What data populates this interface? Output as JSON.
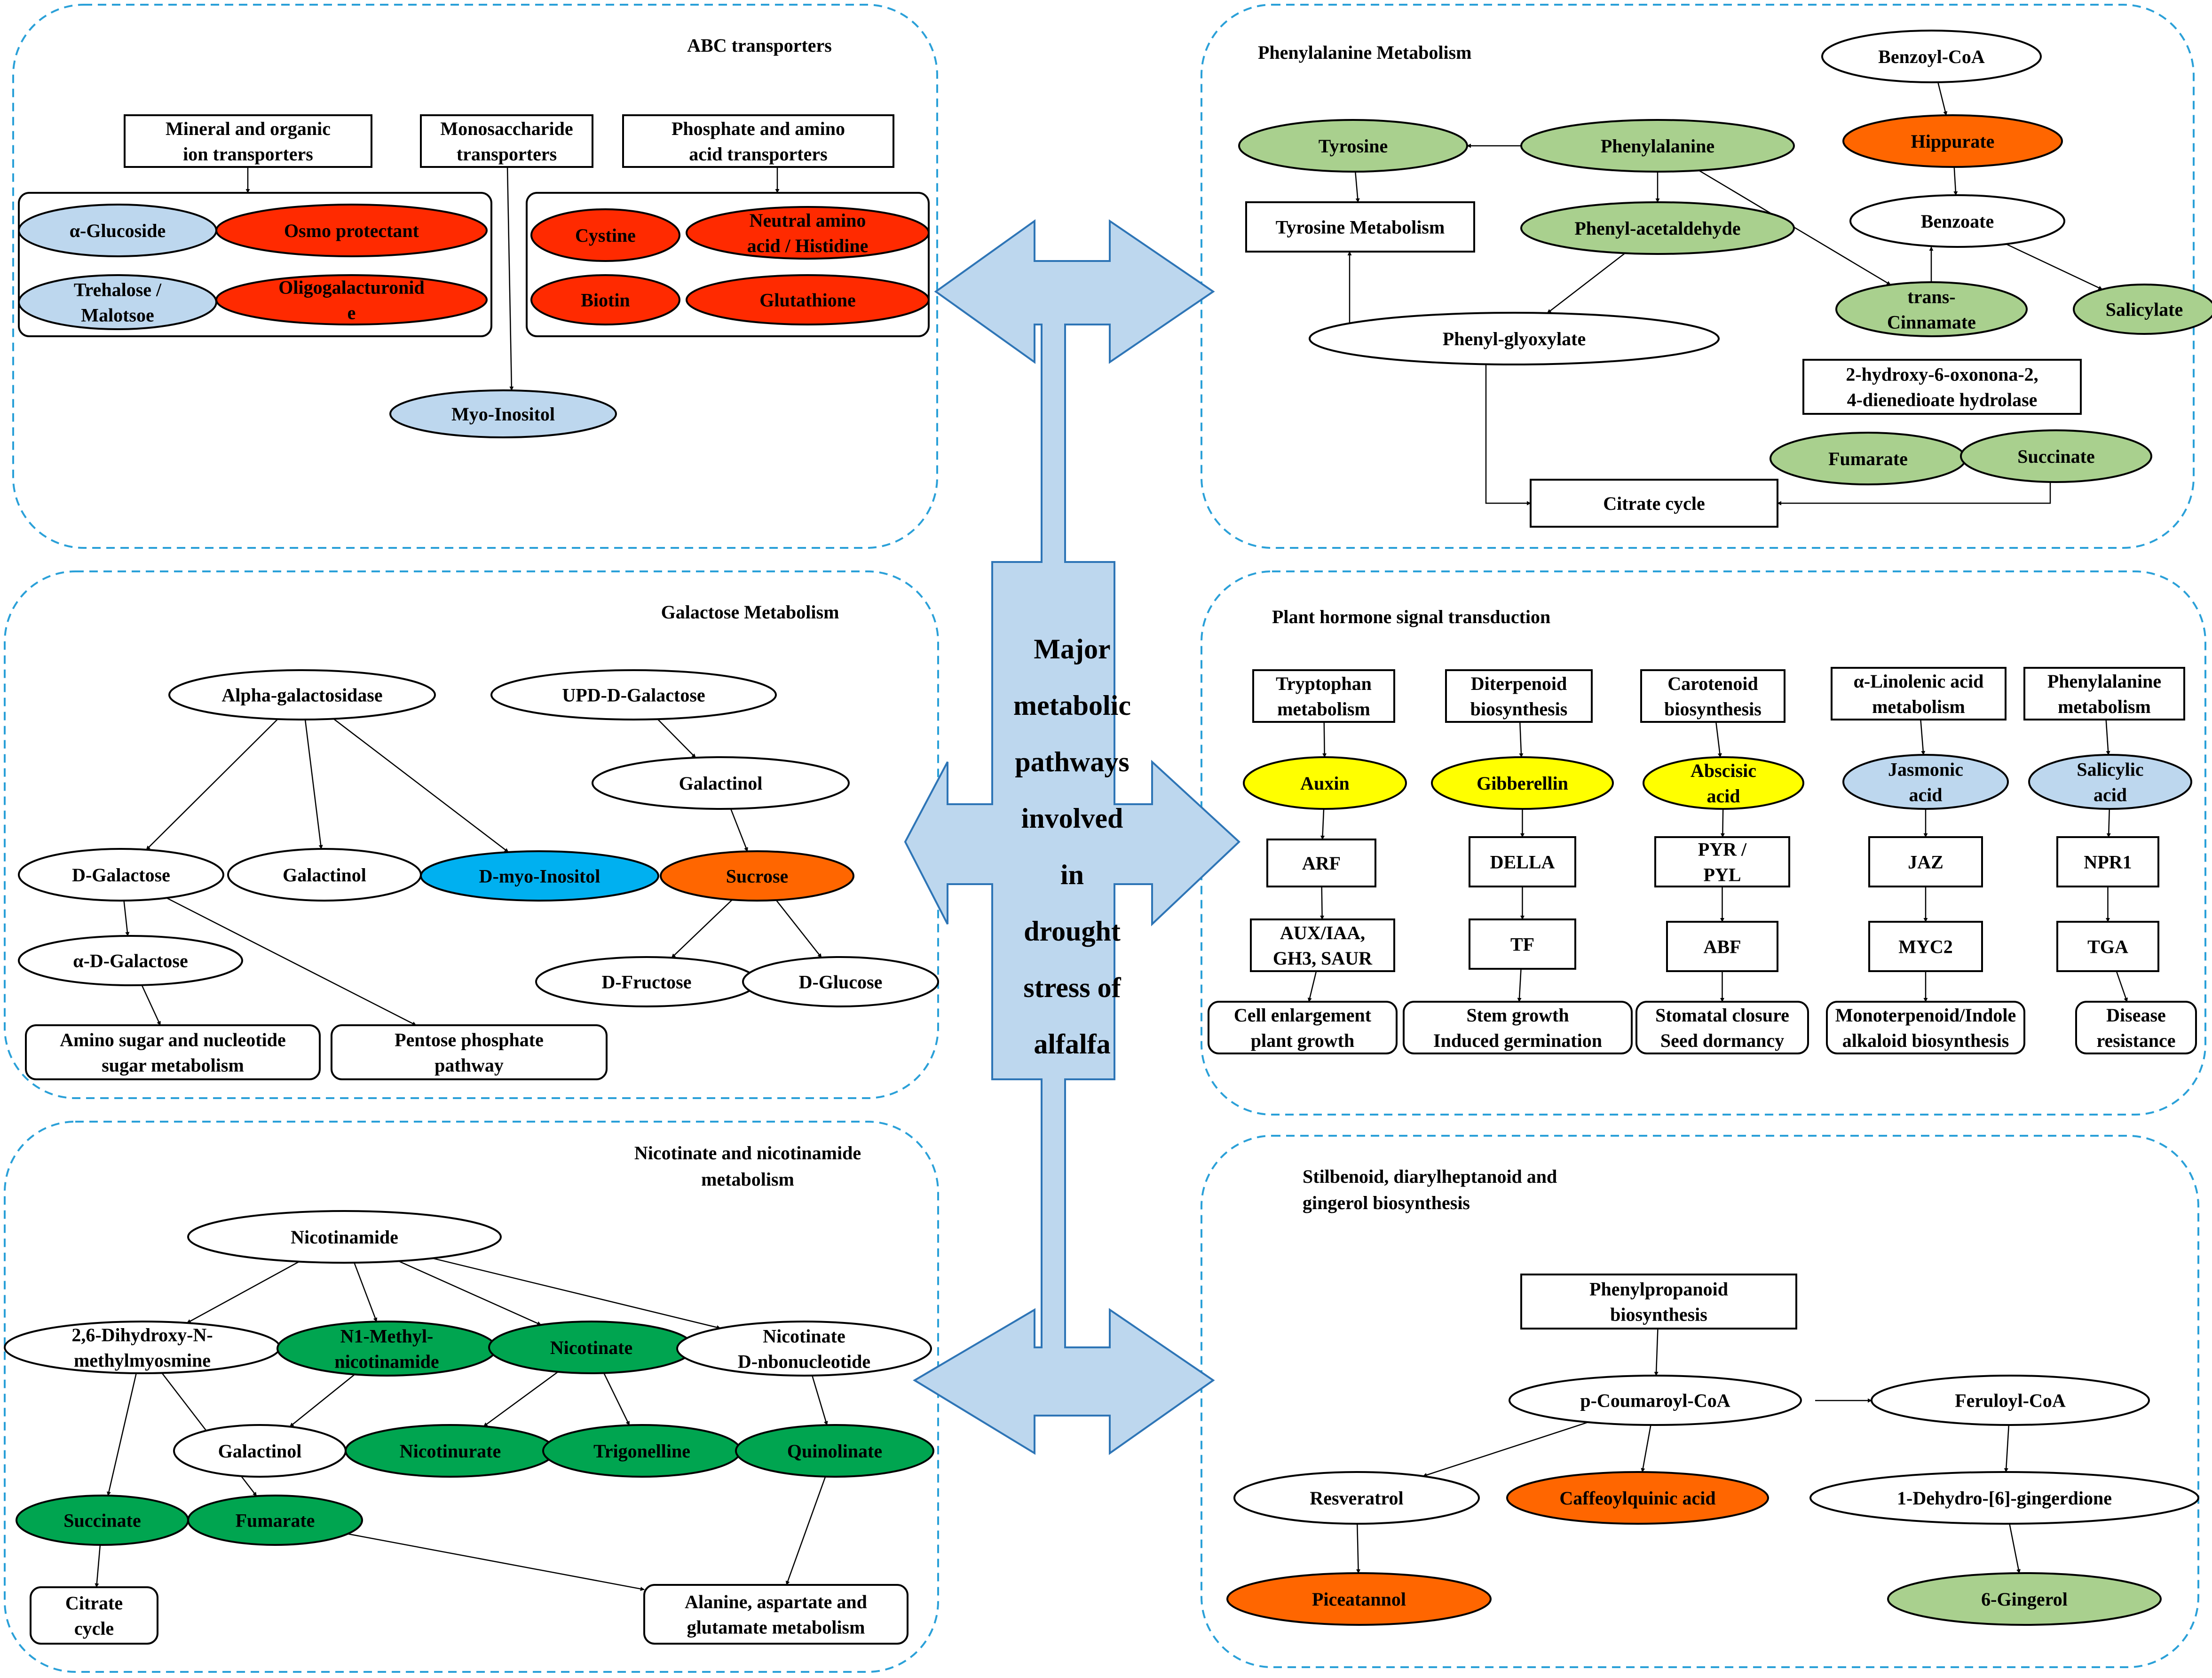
{
  "colors": {
    "white": "#ffffff",
    "red": "#ff2a00",
    "orange": "#ff6600",
    "light_green": "#a9d08e",
    "green": "#00a550",
    "light_blue": "#bdd7ee",
    "blue": "#00b0f0",
    "yellow": "#ffff00",
    "arrow_fill": "#bdd7ee",
    "arrow_stroke": "#2e75b6",
    "panel_border": "#2aa0d8"
  },
  "center": {
    "label_lines": [
      "Major",
      "metabolic",
      "pathways",
      "involved",
      "in",
      "drought",
      "stress of",
      "alfalfa"
    ]
  },
  "panels": [
    {
      "id": "abc",
      "title_lines": [
        "ABC transporters"
      ],
      "nodes": [
        {
          "id": "abc_mineral",
          "shape": "rect",
          "lines": [
            "Mineral and organic",
            "ion transporters"
          ]
        },
        {
          "id": "abc_mono",
          "shape": "rect",
          "lines": [
            "Monosaccharide",
            "transporters"
          ]
        },
        {
          "id": "abc_phos",
          "shape": "rect",
          "lines": [
            "Phosphate and amino",
            "acid transporters"
          ]
        },
        {
          "id": "abc_group1",
          "shape": "rrect",
          "lines": []
        },
        {
          "id": "abc_group2",
          "shape": "rrect",
          "lines": []
        },
        {
          "id": "abc_glucoside",
          "shape": "ellipse",
          "color": "light_blue",
          "lines": [
            "α-Glucoside"
          ]
        },
        {
          "id": "abc_osmo",
          "shape": "ellipse",
          "color": "red",
          "lines": [
            "Osmo protectant"
          ]
        },
        {
          "id": "abc_trehalose",
          "shape": "ellipse",
          "color": "light_blue",
          "lines": [
            "Trehalose /",
            "Malotsoe"
          ]
        },
        {
          "id": "abc_oligo",
          "shape": "ellipse",
          "color": "red",
          "lines": [
            "Oligogalacturonid",
            "e"
          ]
        },
        {
          "id": "abc_cystine",
          "shape": "ellipse",
          "color": "red",
          "lines": [
            "Cystine"
          ]
        },
        {
          "id": "abc_neutral",
          "shape": "ellipse",
          "color": "red",
          "lines": [
            "Neutral amino",
            "acid / Histidine"
          ]
        },
        {
          "id": "abc_biotin",
          "shape": "ellipse",
          "color": "red",
          "lines": [
            "Biotin"
          ]
        },
        {
          "id": "abc_gluta",
          "shape": "ellipse",
          "color": "red",
          "lines": [
            "Glutathione"
          ]
        },
        {
          "id": "abc_myo",
          "shape": "ellipse",
          "color": "light_blue",
          "lines": [
            "Myo-Inositol"
          ]
        }
      ]
    },
    {
      "id": "phe",
      "title_lines": [
        "Phenylalanine Metabolism"
      ],
      "nodes": [
        {
          "id": "phe_benzoyl",
          "shape": "ellipse",
          "color": "white",
          "lines": [
            "Benzoyl-CoA"
          ]
        },
        {
          "id": "phe_tyrosine",
          "shape": "ellipse",
          "color": "light_green",
          "lines": [
            "Tyrosine"
          ]
        },
        {
          "id": "phe_phenylalanine",
          "shape": "ellipse",
          "color": "light_green",
          "lines": [
            "Phenylalanine"
          ]
        },
        {
          "id": "phe_hippurate",
          "shape": "ellipse",
          "color": "orange",
          "lines": [
            "Hippurate"
          ]
        },
        {
          "id": "phe_tyrmet",
          "shape": "rect",
          "lines": [
            "Tyrosine Metabolism"
          ]
        },
        {
          "id": "phe_phenylacet",
          "shape": "ellipse",
          "color": "light_green",
          "lines": [
            "Phenyl-acetaldehyde"
          ]
        },
        {
          "id": "phe_benzoate",
          "shape": "ellipse",
          "color": "white",
          "lines": [
            "Benzoate"
          ]
        },
        {
          "id": "phe_trans",
          "shape": "ellipse",
          "color": "light_green",
          "lines": [
            "trans-",
            "Cinnamate"
          ]
        },
        {
          "id": "phe_salicylate",
          "shape": "ellipse",
          "color": "light_green",
          "lines": [
            "Salicylate"
          ]
        },
        {
          "id": "phe_glyox",
          "shape": "ellipse",
          "color": "white",
          "lines": [
            "Phenyl-glyoxylate"
          ]
        },
        {
          "id": "phe_hydrolase",
          "shape": "rect",
          "lines": [
            "2-hydroxy-6-oxonona-2,",
            "4-dienedioate hydrolase"
          ]
        },
        {
          "id": "phe_fumarate",
          "shape": "ellipse",
          "color": "light_green",
          "lines": [
            "Fumarate"
          ]
        },
        {
          "id": "phe_succinate",
          "shape": "ellipse",
          "color": "light_green",
          "lines": [
            "Succinate"
          ]
        },
        {
          "id": "phe_citrate",
          "shape": "rect",
          "lines": [
            "Citrate cycle"
          ]
        }
      ]
    },
    {
      "id": "gal",
      "title_lines": [
        "Galactose Metabolism"
      ],
      "nodes": [
        {
          "id": "gal_alpha",
          "shape": "ellipse",
          "color": "white",
          "lines": [
            "Alpha-galactosidase"
          ]
        },
        {
          "id": "gal_upd",
          "shape": "ellipse",
          "color": "white",
          "lines": [
            "UPD-D-Galactose"
          ]
        },
        {
          "id": "gal_galactinol_top",
          "shape": "ellipse",
          "color": "white",
          "lines": [
            "Galactinol"
          ]
        },
        {
          "id": "gal_dgal",
          "shape": "ellipse",
          "color": "white",
          "lines": [
            "D-Galactose"
          ]
        },
        {
          "id": "gal_galactinol",
          "shape": "ellipse",
          "color": "white",
          "lines": [
            "Galactinol"
          ]
        },
        {
          "id": "gal_dmyo",
          "shape": "ellipse",
          "color": "blue",
          "lines": [
            "D-myo-Inositol"
          ]
        },
        {
          "id": "gal_sucrose",
          "shape": "ellipse",
          "color": "orange",
          "lines": [
            "Sucrose"
          ]
        },
        {
          "id": "gal_adgal",
          "shape": "ellipse",
          "color": "white",
          "lines": [
            "α-D-Galactose"
          ]
        },
        {
          "id": "gal_fructose",
          "shape": "ellipse",
          "color": "white",
          "lines": [
            "D-Fructose"
          ]
        },
        {
          "id": "gal_glucose",
          "shape": "ellipse",
          "color": "white",
          "lines": [
            "D-Glucose"
          ]
        },
        {
          "id": "gal_amino",
          "shape": "rrect",
          "lines": [
            "Amino sugar and nucleotide",
            "sugar metabolism"
          ]
        },
        {
          "id": "gal_pentose",
          "shape": "rrect",
          "lines": [
            "Pentose phosphate",
            "pathway"
          ]
        }
      ]
    },
    {
      "id": "hormone",
      "title_lines": [
        "Plant hormone signal transduction"
      ],
      "nodes": [
        {
          "id": "h_trp",
          "shape": "rect",
          "lines": [
            "Tryptophan",
            "metabolism"
          ]
        },
        {
          "id": "h_diter",
          "shape": "rect",
          "lines": [
            "Diterpenoid",
            "biosynthesis"
          ]
        },
        {
          "id": "h_carot",
          "shape": "rect",
          "lines": [
            "Carotenoid",
            "biosynthesis"
          ]
        },
        {
          "id": "h_lino",
          "shape": "rect",
          "lines": [
            "α-Linolenic acid",
            "metabolism"
          ]
        },
        {
          "id": "h_phe",
          "shape": "rect",
          "lines": [
            "Phenylalanine",
            "metabolism"
          ]
        },
        {
          "id": "h_auxin",
          "shape": "ellipse",
          "color": "yellow",
          "lines": [
            "Auxin"
          ]
        },
        {
          "id": "h_gib",
          "shape": "ellipse",
          "color": "yellow",
          "lines": [
            "Gibberellin"
          ]
        },
        {
          "id": "h_aba",
          "shape": "ellipse",
          "color": "yellow",
          "lines": [
            "Abscisic",
            "acid"
          ]
        },
        {
          "id": "h_ja",
          "shape": "ellipse",
          "color": "light_blue",
          "lines": [
            "Jasmonic",
            "acid"
          ]
        },
        {
          "id": "h_sa",
          "shape": "ellipse",
          "color": "light_blue",
          "lines": [
            "Salicylic",
            "acid"
          ]
        },
        {
          "id": "h_arf",
          "shape": "rect",
          "lines": [
            "ARF"
          ]
        },
        {
          "id": "h_della",
          "shape": "rect",
          "lines": [
            "DELLA"
          ]
        },
        {
          "id": "h_pyr",
          "shape": "rect",
          "lines": [
            "PYR /",
            "PYL"
          ]
        },
        {
          "id": "h_jaz",
          "shape": "rect",
          "lines": [
            "JAZ"
          ]
        },
        {
          "id": "h_npr1",
          "shape": "rect",
          "lines": [
            "NPR1"
          ]
        },
        {
          "id": "h_aux",
          "shape": "rect",
          "lines": [
            "AUX/IAA,",
            "GH3, SAUR"
          ]
        },
        {
          "id": "h_tf",
          "shape": "rect",
          "lines": [
            "TF"
          ]
        },
        {
          "id": "h_abf",
          "shape": "rect",
          "lines": [
            "ABF"
          ]
        },
        {
          "id": "h_myc2",
          "shape": "rect",
          "lines": [
            "MYC2"
          ]
        },
        {
          "id": "h_tga",
          "shape": "rect",
          "lines": [
            "TGA"
          ]
        },
        {
          "id": "h_cell",
          "shape": "rrect",
          "lines": [
            "Cell enlargement",
            "plant growth"
          ]
        },
        {
          "id": "h_stem",
          "shape": "rrect",
          "lines": [
            "Stem growth",
            "Induced germination"
          ]
        },
        {
          "id": "h_stom",
          "shape": "rrect",
          "lines": [
            "Stomatal closure",
            "Seed dormancy"
          ]
        },
        {
          "id": "h_mono",
          "shape": "rrect",
          "lines": [
            "Monoterpenoid/Indole",
            "alkaloid biosynthesis"
          ]
        },
        {
          "id": "h_dis",
          "shape": "rrect",
          "lines": [
            "Disease",
            "resistance"
          ]
        }
      ]
    },
    {
      "id": "nic",
      "title_lines": [
        "Nicotinate and nicotinamide",
        "metabolism"
      ],
      "nodes": [
        {
          "id": "n_nicotinamide",
          "shape": "ellipse",
          "color": "white",
          "lines": [
            "Nicotinamide"
          ]
        },
        {
          "id": "n_dihydroxy",
          "shape": "ellipse",
          "color": "white",
          "lines": [
            "2,6-Dihydroxy-N-",
            "methylmyosmine"
          ]
        },
        {
          "id": "n_n1methyl",
          "shape": "ellipse",
          "color": "green",
          "lines": [
            "N1-Methyl-",
            "nicotinamide"
          ]
        },
        {
          "id": "n_nicotinate",
          "shape": "ellipse",
          "color": "green",
          "lines": [
            "Nicotinate"
          ]
        },
        {
          "id": "n_dnbo",
          "shape": "ellipse",
          "color": "white",
          "lines": [
            "Nicotinate",
            "D-nbonucleotide"
          ]
        },
        {
          "id": "n_galactinol",
          "shape": "ellipse",
          "color": "white",
          "lines": [
            "Galactinol"
          ]
        },
        {
          "id": "n_nicotinurate",
          "shape": "ellipse",
          "color": "green",
          "lines": [
            "Nicotinurate"
          ]
        },
        {
          "id": "n_trigonelline",
          "shape": "ellipse",
          "color": "green",
          "lines": [
            "Trigonelline"
          ]
        },
        {
          "id": "n_quinolinate",
          "shape": "ellipse",
          "color": "green",
          "lines": [
            "Quinolinate"
          ]
        },
        {
          "id": "n_succinate",
          "shape": "ellipse",
          "color": "green",
          "lines": [
            "Succinate"
          ]
        },
        {
          "id": "n_fumarate",
          "shape": "ellipse",
          "color": "green",
          "lines": [
            "Fumarate"
          ]
        },
        {
          "id": "n_citrate",
          "shape": "rrect",
          "lines": [
            "Citrate",
            "cycle"
          ]
        },
        {
          "id": "n_alanine",
          "shape": "rrect",
          "lines": [
            "Alanine, aspartate and",
            "glutamate metabolism"
          ]
        }
      ]
    },
    {
      "id": "stil",
      "title_lines": [
        "Stilbenoid, diarylheptanoid and",
        "gingerol biosynthesis"
      ],
      "nodes": [
        {
          "id": "s_phenylprop",
          "shape": "rect",
          "lines": [
            "Phenylpropanoid",
            "biosynthesis"
          ]
        },
        {
          "id": "s_pcoum",
          "shape": "ellipse",
          "color": "white",
          "lines": [
            "p-Coumaroyl-CoA"
          ]
        },
        {
          "id": "s_feruloyl",
          "shape": "ellipse",
          "color": "white",
          "lines": [
            "Feruloyl-CoA"
          ]
        },
        {
          "id": "s_resv",
          "shape": "ellipse",
          "color": "white",
          "lines": [
            "Resveratrol"
          ]
        },
        {
          "id": "s_caff",
          "shape": "ellipse",
          "color": "orange",
          "lines": [
            "Caffeoylquinic acid"
          ]
        },
        {
          "id": "s_dehydro",
          "shape": "ellipse",
          "color": "white",
          "lines": [
            "1-Dehydro-[6]-gingerdione"
          ]
        },
        {
          "id": "s_picea",
          "shape": "ellipse",
          "color": "orange",
          "lines": [
            "Piceatannol"
          ]
        },
        {
          "id": "s_ginger",
          "shape": "ellipse",
          "color": "light_green",
          "lines": [
            "6-Gingerol"
          ]
        }
      ]
    }
  ],
  "edges": [
    [
      "abc_mineral",
      "abc_group1"
    ],
    [
      "abc_phos",
      "abc_group2"
    ],
    [
      "abc_mono",
      "abc_myo"
    ],
    [
      "phe_phenylalanine",
      "phe_tyrosine"
    ],
    [
      "phe_benzoyl",
      "phe_hippurate"
    ],
    [
      "phe_hippurate",
      "phe_benzoate"
    ],
    [
      "phe_tyrosine",
      "phe_tyrmet"
    ],
    [
      "phe_phenylalanine",
      "phe_phenylacet"
    ],
    [
      "phe_phenylalanine",
      "phe_trans"
    ],
    [
      "phe_trans",
      "phe_benzoate"
    ],
    [
      "phe_benzoate",
      "phe_salicylate"
    ],
    [
      "phe_phenylacet",
      "phe_glyox"
    ],
    [
      "phe_glyox",
      "phe_tyrmet"
    ],
    [
      "phe_glyox",
      "phe_citrate"
    ],
    [
      "phe_succinate",
      "phe_citrate"
    ],
    [
      "gal_upd",
      "gal_galactinol_top"
    ],
    [
      "gal_alpha",
      "gal_dgal"
    ],
    [
      "gal_alpha",
      "gal_galactinol"
    ],
    [
      "gal_alpha",
      "gal_dmyo"
    ],
    [
      "gal_galactinol_top",
      "gal_sucrose"
    ],
    [
      "gal_sucrose",
      "gal_fructose"
    ],
    [
      "gal_sucrose",
      "gal_glucose"
    ],
    [
      "gal_dgal",
      "gal_adgal"
    ],
    [
      "gal_dgal",
      "gal_pentose"
    ],
    [
      "gal_adgal",
      "gal_amino"
    ],
    [
      "h_trp",
      "h_auxin"
    ],
    [
      "h_diter",
      "h_gib"
    ],
    [
      "h_carot",
      "h_aba"
    ],
    [
      "h_lino",
      "h_ja"
    ],
    [
      "h_phe",
      "h_sa"
    ],
    [
      "h_auxin",
      "h_arf"
    ],
    [
      "h_gib",
      "h_della"
    ],
    [
      "h_aba",
      "h_pyr"
    ],
    [
      "h_ja",
      "h_jaz"
    ],
    [
      "h_sa",
      "h_npr1"
    ],
    [
      "h_arf",
      "h_aux"
    ],
    [
      "h_della",
      "h_tf"
    ],
    [
      "h_pyr",
      "h_abf"
    ],
    [
      "h_jaz",
      "h_myc2"
    ],
    [
      "h_npr1",
      "h_tga"
    ],
    [
      "h_aux",
      "h_cell"
    ],
    [
      "h_tf",
      "h_stem"
    ],
    [
      "h_abf",
      "h_stom"
    ],
    [
      "h_myc2",
      "h_mono"
    ],
    [
      "h_tga",
      "h_dis"
    ],
    [
      "n_nicotinamide",
      "n_dihydroxy"
    ],
    [
      "n_nicotinamide",
      "n_n1methyl"
    ],
    [
      "n_nicotinamide",
      "n_nicotinate"
    ],
    [
      "n_nicotinamide",
      "n_dnbo"
    ],
    [
      "n_n1methyl",
      "n_galactinol"
    ],
    [
      "n_nicotinate",
      "n_nicotinurate"
    ],
    [
      "n_nicotinate",
      "n_trigonelline"
    ],
    [
      "n_dnbo",
      "n_quinolinate"
    ],
    [
      "n_dihydroxy",
      "n_succinate"
    ],
    [
      "n_dihydroxy",
      "n_fumarate"
    ],
    [
      "n_succinate",
      "n_citrate"
    ],
    [
      "n_fumarate",
      "n_alanine"
    ],
    [
      "n_quinolinate",
      "n_alanine"
    ],
    [
      "s_phenylprop",
      "s_pcoum"
    ],
    [
      "s_pcoum",
      "s_feruloyl"
    ],
    [
      "s_pcoum",
      "s_resv"
    ],
    [
      "s_pcoum",
      "s_caff"
    ],
    [
      "s_feruloyl",
      "s_dehydro"
    ],
    [
      "s_resv",
      "s_picea"
    ],
    [
      "s_dehydro",
      "s_ginger"
    ]
  ]
}
